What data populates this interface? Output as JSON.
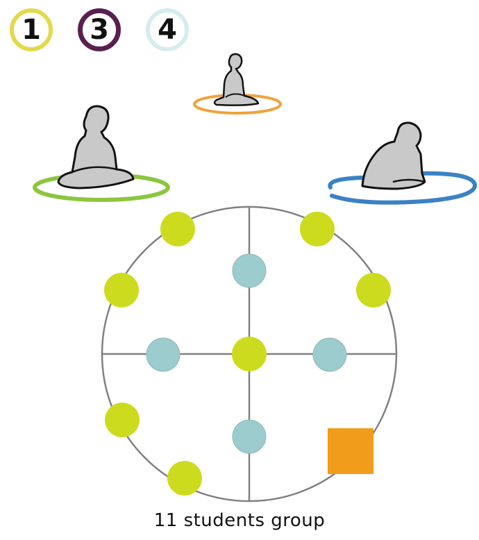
{
  "badges": [
    {
      "label": "1",
      "ring_color": "#e3d94a"
    },
    {
      "label": "3",
      "ring_color": "#5a1f4f"
    },
    {
      "label": "4",
      "ring_color": "#d6ecee"
    }
  ],
  "caption": "11 students group",
  "colors": {
    "student": "#cddb1f",
    "teacher_seat": "#9ccccd",
    "square": "#f29c1c",
    "ring_green": "#8cc63f",
    "ring_orange": "#f0a23a",
    "ring_blue": "#3b82c4",
    "figure": "#c9c9c9",
    "circle_line": "#808080"
  },
  "icons": [
    "seated-person-small-icon",
    "seated-person-large-icon",
    "kneeling-person-icon"
  ]
}
